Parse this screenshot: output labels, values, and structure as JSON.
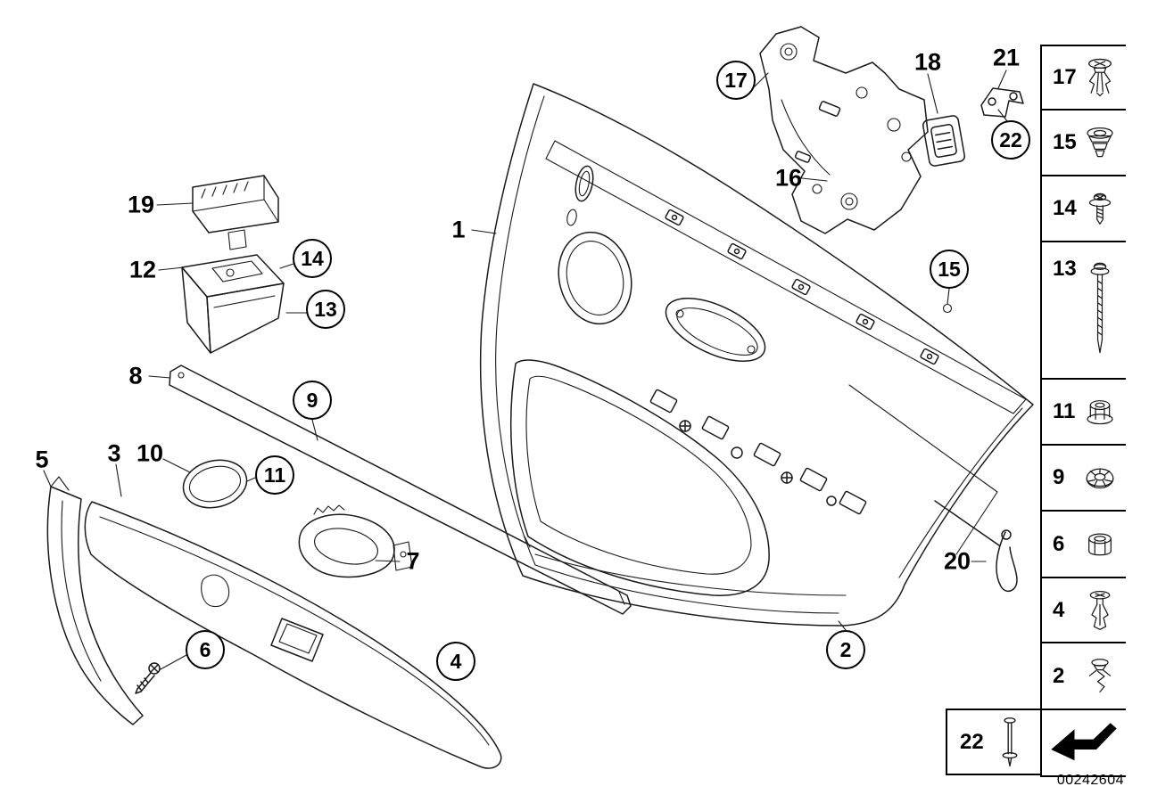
{
  "doc_number": "00242604",
  "callouts": [
    {
      "label": "1",
      "shape": "plain"
    },
    {
      "label": "2",
      "shape": "circle"
    },
    {
      "label": "3",
      "shape": "plain"
    },
    {
      "label": "4",
      "shape": "circle"
    },
    {
      "label": "5",
      "shape": "plain"
    },
    {
      "label": "6",
      "shape": "circle"
    },
    {
      "label": "7",
      "shape": "plain"
    },
    {
      "label": "8",
      "shape": "plain"
    },
    {
      "label": "9",
      "shape": "circle"
    },
    {
      "label": "10",
      "shape": "plain"
    },
    {
      "label": "11",
      "shape": "circle"
    },
    {
      "label": "12",
      "shape": "plain"
    },
    {
      "label": "13",
      "shape": "circle"
    },
    {
      "label": "14",
      "shape": "circle"
    },
    {
      "label": "15",
      "shape": "circle"
    },
    {
      "label": "16",
      "shape": "plain"
    },
    {
      "label": "17",
      "shape": "circle"
    },
    {
      "label": "18",
      "shape": "plain"
    },
    {
      "label": "19",
      "shape": "plain"
    },
    {
      "label": "20",
      "shape": "plain"
    },
    {
      "label": "21",
      "shape": "plain"
    },
    {
      "label": "22",
      "shape": "circle"
    }
  ],
  "sidebar": {
    "items": [
      {
        "label": "17",
        "icon": "blind-rivet-icon"
      },
      {
        "label": "15",
        "icon": "plastic-nut-icon"
      },
      {
        "label": "14",
        "icon": "screw-washer-icon"
      },
      {
        "label": "13",
        "icon": "long-screw-icon"
      },
      {
        "label": "11",
        "icon": "flange-nut-icon"
      },
      {
        "label": "9",
        "icon": "lock-washer-icon"
      },
      {
        "label": "6",
        "icon": "hex-nut-icon"
      },
      {
        "label": "4",
        "icon": "expansion-rivet-icon"
      },
      {
        "label": "2",
        "icon": "expanding-clip-icon"
      }
    ]
  },
  "box22": {
    "label": "22",
    "icon": "pin-rivet-icon"
  },
  "arrow_icon": "direction-arrow-icon"
}
